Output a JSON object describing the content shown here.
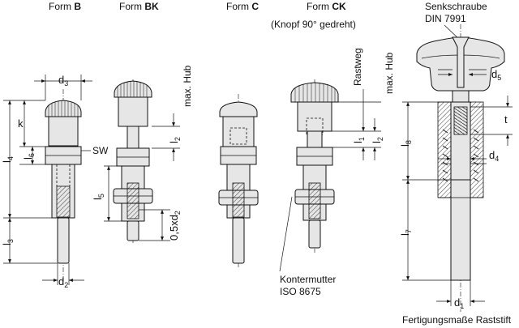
{
  "headers": {
    "form_b_prefix": "Form ",
    "form_b": "B",
    "form_bk_prefix": "Form ",
    "form_bk": "BK",
    "form_c_prefix": "Form ",
    "form_c": "C",
    "form_ck_prefix": "Form ",
    "form_ck": "CK",
    "ck_note": "(Knopf 90° gedreht)",
    "senkschraube": "Senkschraube",
    "din": "DIN 7991"
  },
  "dimensions": {
    "d3": "d",
    "d3_sub": "3",
    "k": "k",
    "l4": "l",
    "l4_sub": "4",
    "l6": "l",
    "l6_sub": "6",
    "sw": "SW",
    "l5": "l",
    "l5_sub": "5",
    "l3": "l",
    "l3_sub": "3",
    "d2": "d",
    "d2_sub": "2",
    "max_hub_bk": "max. Hub",
    "l2_bk": "l",
    "l2_bk_sub": "2",
    "half_d2": "0,5xd",
    "half_d2_sub": "2",
    "rastweg": "Rastweg",
    "max_hub_ck": "max. Hub",
    "l1": "l",
    "l1_sub": "1",
    "l2_ck": "l",
    "l2_ck_sub": "2",
    "d5": "d",
    "d5_sub": "5",
    "t": "t",
    "l8": "l",
    "l8_sub": "8",
    "d4": "d",
    "d4_sub": "4",
    "l7": "l",
    "l7_sub": "7",
    "d1": "d",
    "d1_sub": "1"
  },
  "notes": {
    "kontermutter": "Kontermutter",
    "iso": "ISO 8675",
    "fertigung": "Fertigungsmaße Raststift"
  }
}
